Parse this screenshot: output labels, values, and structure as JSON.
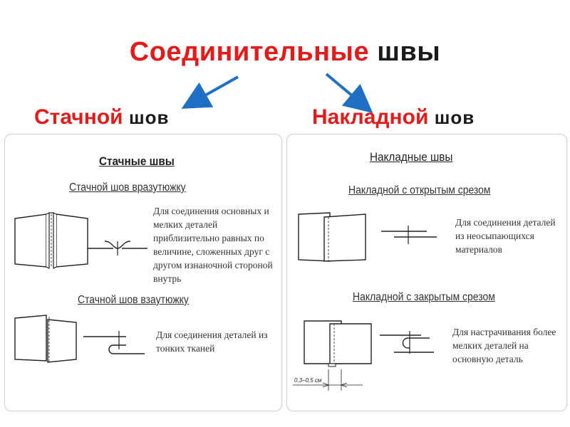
{
  "header": {
    "title_red": "Соединительные",
    "title_black": "швы"
  },
  "left": {
    "heading_red": "Стачной",
    "heading_black": "шов",
    "panel": {
      "title": "Стачные швы",
      "seam1": {
        "title": "Стачной шов вразутюжку",
        "description": "Для соединения основных и мелких деталей приблизительно равных по величине, сложенных друг с другом изнаночной стороной внутрь"
      },
      "seam2": {
        "title": "Стачной шов взаутюжку",
        "description": "Для соединения деталей из тонких тканей"
      }
    }
  },
  "right": {
    "heading_red": "Накладной",
    "heading_black": "шов",
    "panel": {
      "title": "Накладные швы",
      "seam1": {
        "title": "Накладной с открытым срезом",
        "description": "Для соединения деталей из неосыпающихся материалов"
      },
      "seam2": {
        "title": "Накладной с закрытым срезом",
        "description": "Для настрачивания более мелких деталей на основную деталь",
        "dimension": "0,3–0,5 см"
      }
    }
  },
  "colors": {
    "accent_red": "#e21b1b",
    "arrow_blue": "#1f6fc5"
  }
}
